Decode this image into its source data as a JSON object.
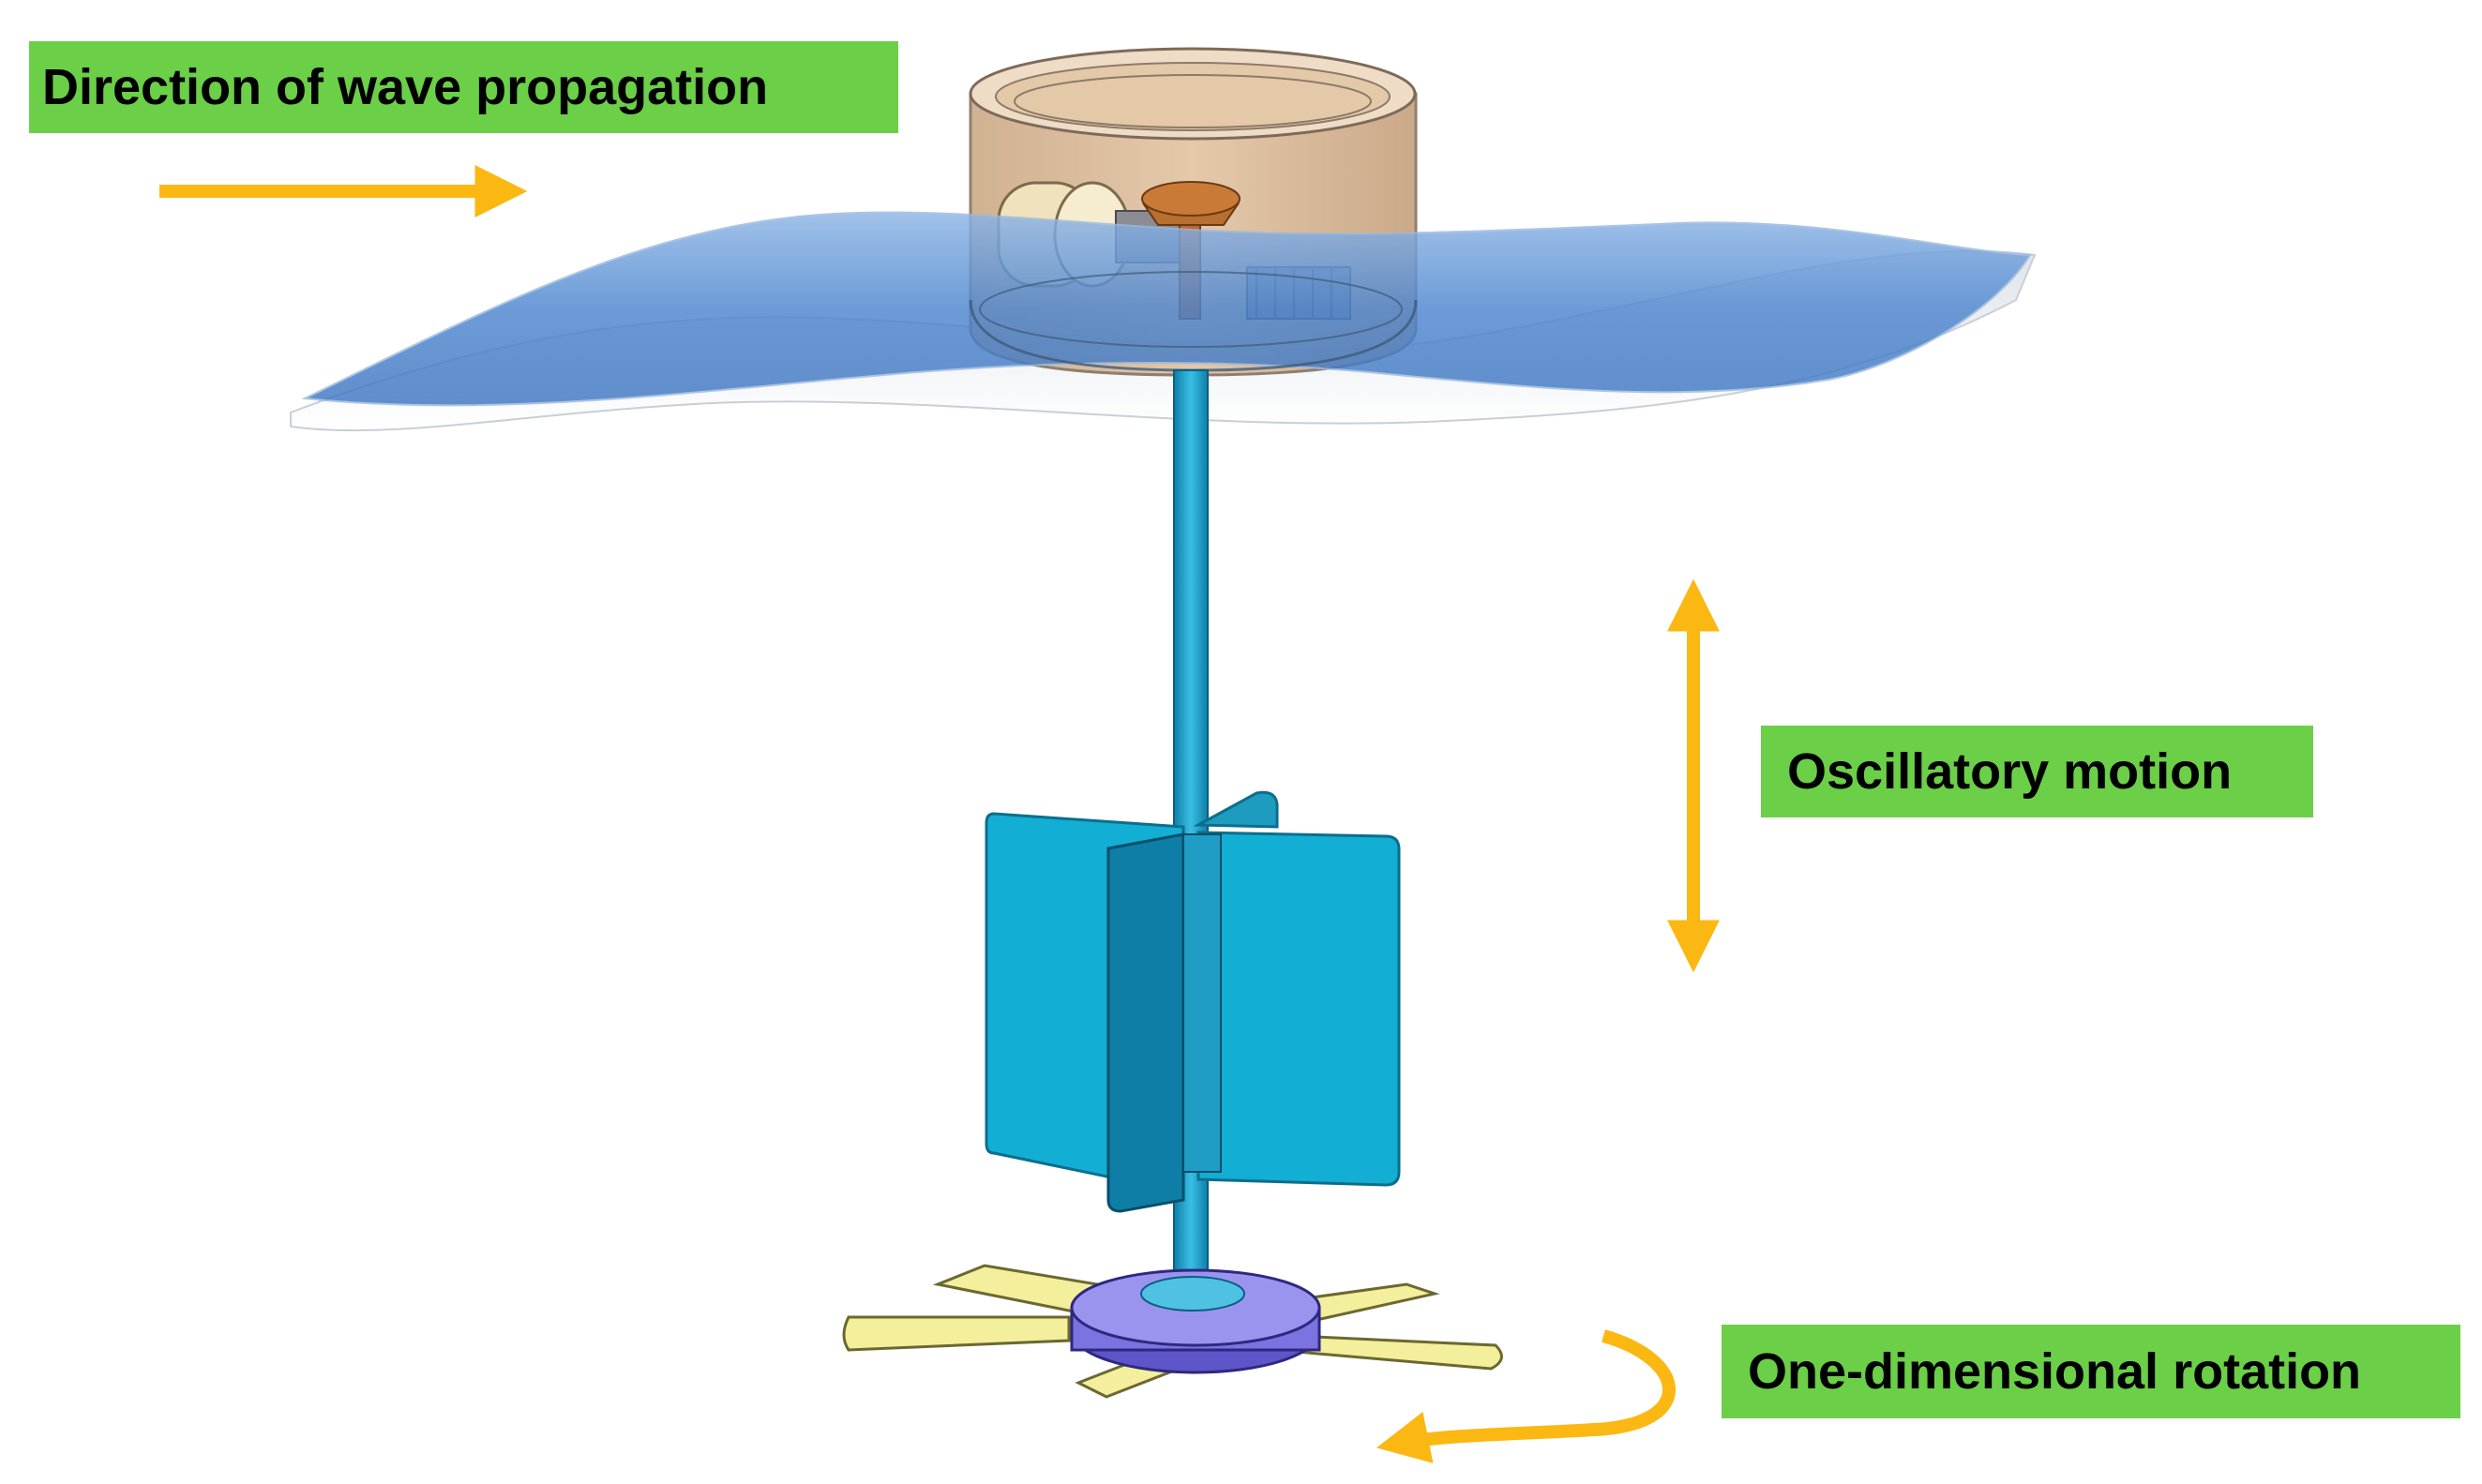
{
  "labels": {
    "wave_direction": "Direction of wave propagation",
    "oscillatory": "Oscillatory motion",
    "rotation": "One-dimensional rotation"
  },
  "colors": {
    "label_bg": "#6ccf48",
    "arrow": "#fbb812",
    "water": "#5b8fd0",
    "rod": "#1aa3c8",
    "vertical_blade": "#13aed4",
    "hub": "#7b73e0",
    "horizontal_blade": "#f4ef9c",
    "housing": "#d9b48a"
  },
  "components": [
    {
      "name": "buoy-housing",
      "icon": "cylinder-housing"
    },
    {
      "name": "shaft",
      "icon": "rod"
    },
    {
      "name": "vertical-blades",
      "icon": "rotor-blades"
    },
    {
      "name": "bottom-hub-with-horizontal-blades",
      "icon": "propeller"
    }
  ]
}
